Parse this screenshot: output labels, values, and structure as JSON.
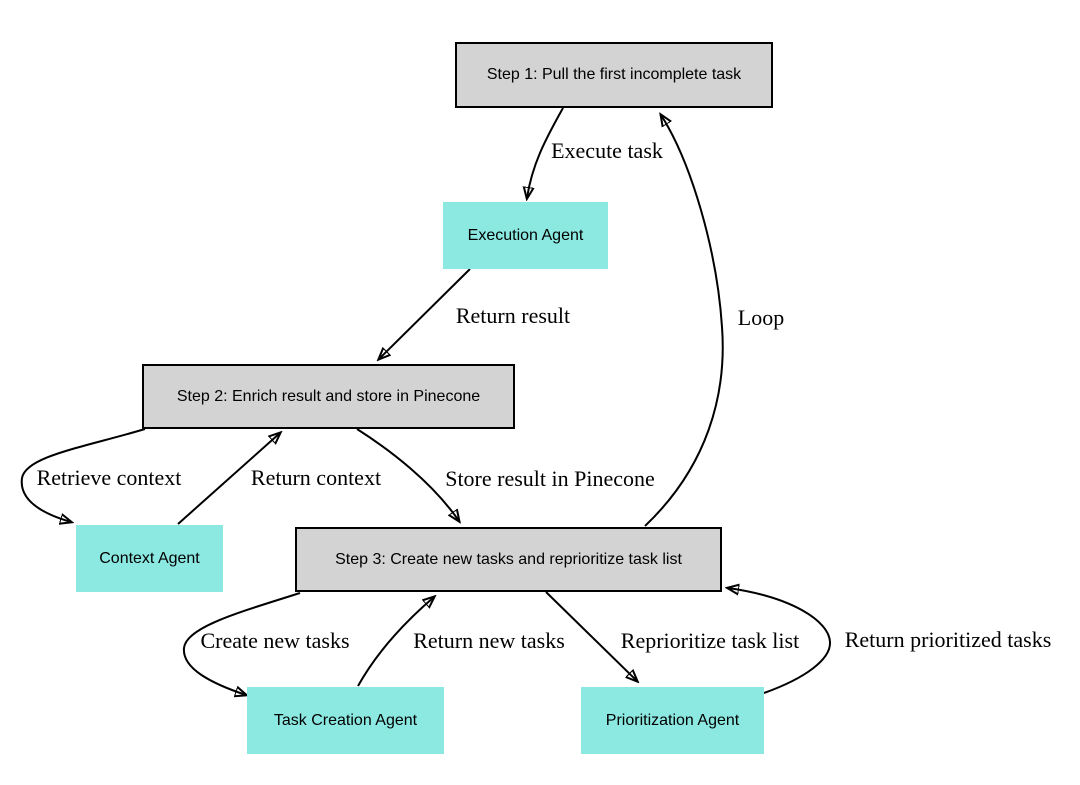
{
  "diagram": {
    "colors": {
      "background": "#ffffff",
      "step_fill": "#d3d3d3",
      "agent_fill": "#8ce9e2",
      "border": "#000000",
      "edge": "#000000",
      "text": "#000000"
    },
    "nodes": [
      {
        "id": "step1",
        "type": "step",
        "label": "Step 1: Pull the first incomplete task"
      },
      {
        "id": "execution_agent",
        "type": "agent",
        "label": "Execution Agent"
      },
      {
        "id": "step2",
        "type": "step",
        "label": "Step 2: Enrich result and store in Pinecone"
      },
      {
        "id": "context_agent",
        "type": "agent",
        "label": "Context Agent"
      },
      {
        "id": "step3",
        "type": "step",
        "label": "Step 3: Create new tasks and reprioritize task list"
      },
      {
        "id": "task_creation_agent",
        "type": "agent",
        "label": "Task Creation Agent"
      },
      {
        "id": "prioritization_agent",
        "type": "agent",
        "label": "Prioritization Agent"
      }
    ],
    "edges": [
      {
        "from": "step1",
        "to": "execution_agent",
        "label": "Execute task"
      },
      {
        "from": "execution_agent",
        "to": "step2",
        "label": "Return result"
      },
      {
        "from": "step2",
        "to": "context_agent",
        "label": "Retrieve context"
      },
      {
        "from": "context_agent",
        "to": "step2",
        "label": "Return context"
      },
      {
        "from": "step2",
        "to": "step3",
        "label": "Store result in Pinecone"
      },
      {
        "from": "step3",
        "to": "task_creation_agent",
        "label": "Create new tasks"
      },
      {
        "from": "task_creation_agent",
        "to": "step3",
        "label": "Return new tasks"
      },
      {
        "from": "step3",
        "to": "prioritization_agent",
        "label": "Reprioritize task list"
      },
      {
        "from": "prioritization_agent",
        "to": "step3",
        "label": "Return prioritized tasks"
      },
      {
        "from": "step3",
        "to": "step1",
        "label": "Loop"
      }
    ]
  }
}
